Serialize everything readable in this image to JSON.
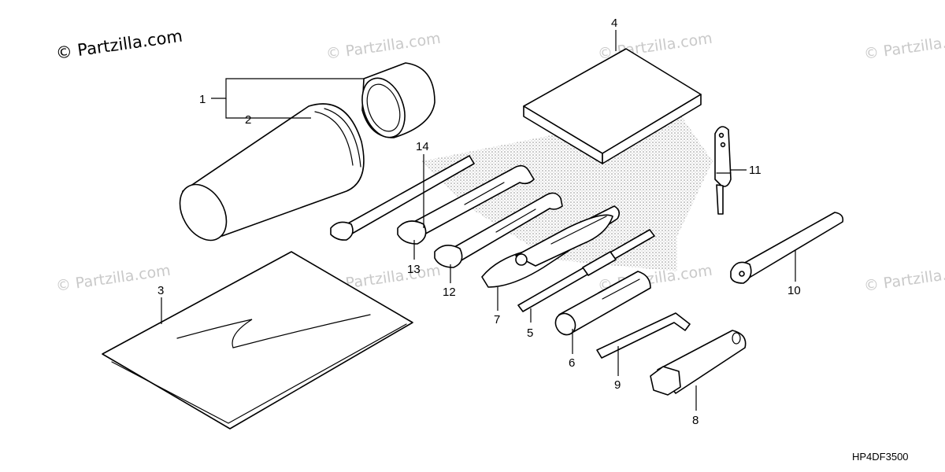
{
  "watermark": {
    "main": "© Partzilla.com",
    "repeat": "© Partzilla.com"
  },
  "diagram_code": "HP4DF3500",
  "callouts": [
    "1",
    "2",
    "3",
    "4",
    "5",
    "6",
    "7",
    "8",
    "9",
    "10",
    "11",
    "12",
    "13",
    "14"
  ]
}
